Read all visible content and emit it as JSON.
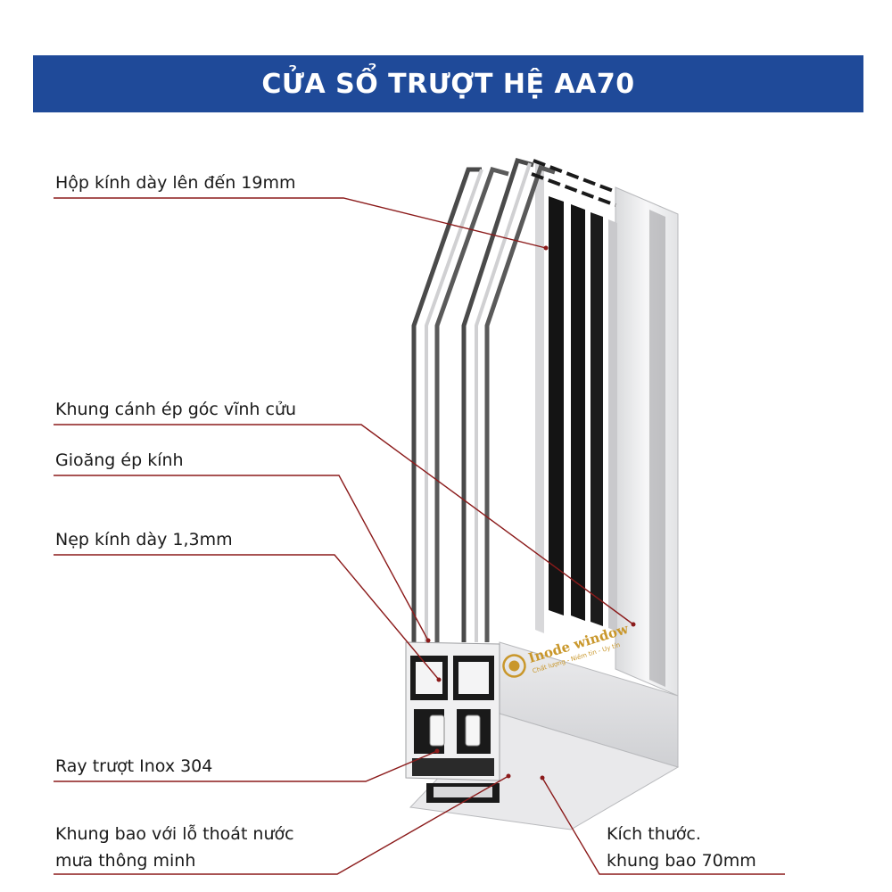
{
  "header": {
    "title": "CỬA SỔ TRƯỢT HỆ AA70"
  },
  "callouts": [
    {
      "id": "glass",
      "text": "Hộp kính dày lên đến 19mm"
    },
    {
      "id": "sash",
      "text": "Khung cánh ép góc vĩnh cửu"
    },
    {
      "id": "gasket",
      "text": "Gioăng ép kính"
    },
    {
      "id": "bead",
      "text": "Nẹp kính dày 1,3mm"
    },
    {
      "id": "rail",
      "text": "Ray trượt Inox 304"
    },
    {
      "id": "frame_line1",
      "text": "Khung bao với lỗ thoát nước"
    },
    {
      "id": "frame_line2",
      "text": "mưa thông minh"
    },
    {
      "id": "size_line1",
      "text": "Kích thước."
    },
    {
      "id": "size_line2",
      "text": "khung bao 70mm"
    }
  ],
  "logo": {
    "brand": "Inode window",
    "tagline": "Chất lượng - Niềm tin - Uy tín"
  },
  "colors": {
    "banner": "#1f4a99",
    "leader": "#8b1a1a",
    "label": "#1a1a1a",
    "logo_gold": "#c9972b"
  }
}
